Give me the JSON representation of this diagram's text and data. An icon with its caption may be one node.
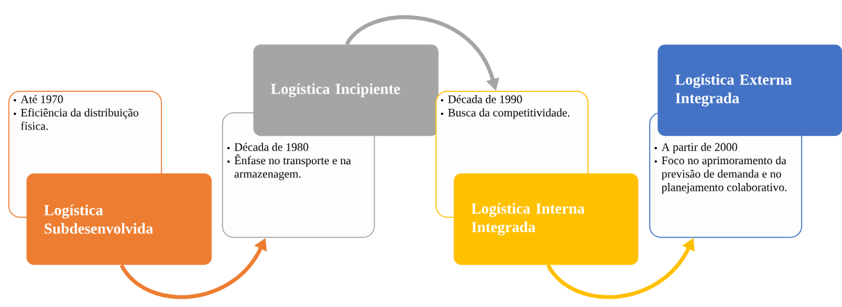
{
  "diagram": {
    "nodes": [
      {
        "text": [
          "Até 1970",
          "Eficiência da distribuição física."
        ]
      },
      {
        "text": [
          "Logística Subdesenvolvida"
        ]
      },
      {
        "text": [
          "Logística Incipiente"
        ]
      },
      {
        "text": [
          "Década de 1980",
          "Ênfase no transporte e na armazenagem."
        ]
      },
      {
        "text": [
          "Década de 1990",
          "Busca da competitividade."
        ]
      },
      {
        "text": [
          "Logística Interna Integrada"
        ]
      },
      {
        "text": [
          "Logística Externa Integrada"
        ]
      },
      {
        "text": [
          "A partir de 2000",
          "Foco no aprimoramento da previsão de demanda e no planejamento colaborativo."
        ]
      }
    ],
    "edges": [
      {
        "from": 1,
        "to": 3,
        "arrow": "to",
        "color": "#ed7d31"
      },
      {
        "from": 2,
        "to": 4,
        "arrow": "to",
        "color": "#a5a5a5"
      },
      {
        "from": 5,
        "to": 7,
        "arrow": "to",
        "color": "#ffc000"
      }
    ]
  }
}
